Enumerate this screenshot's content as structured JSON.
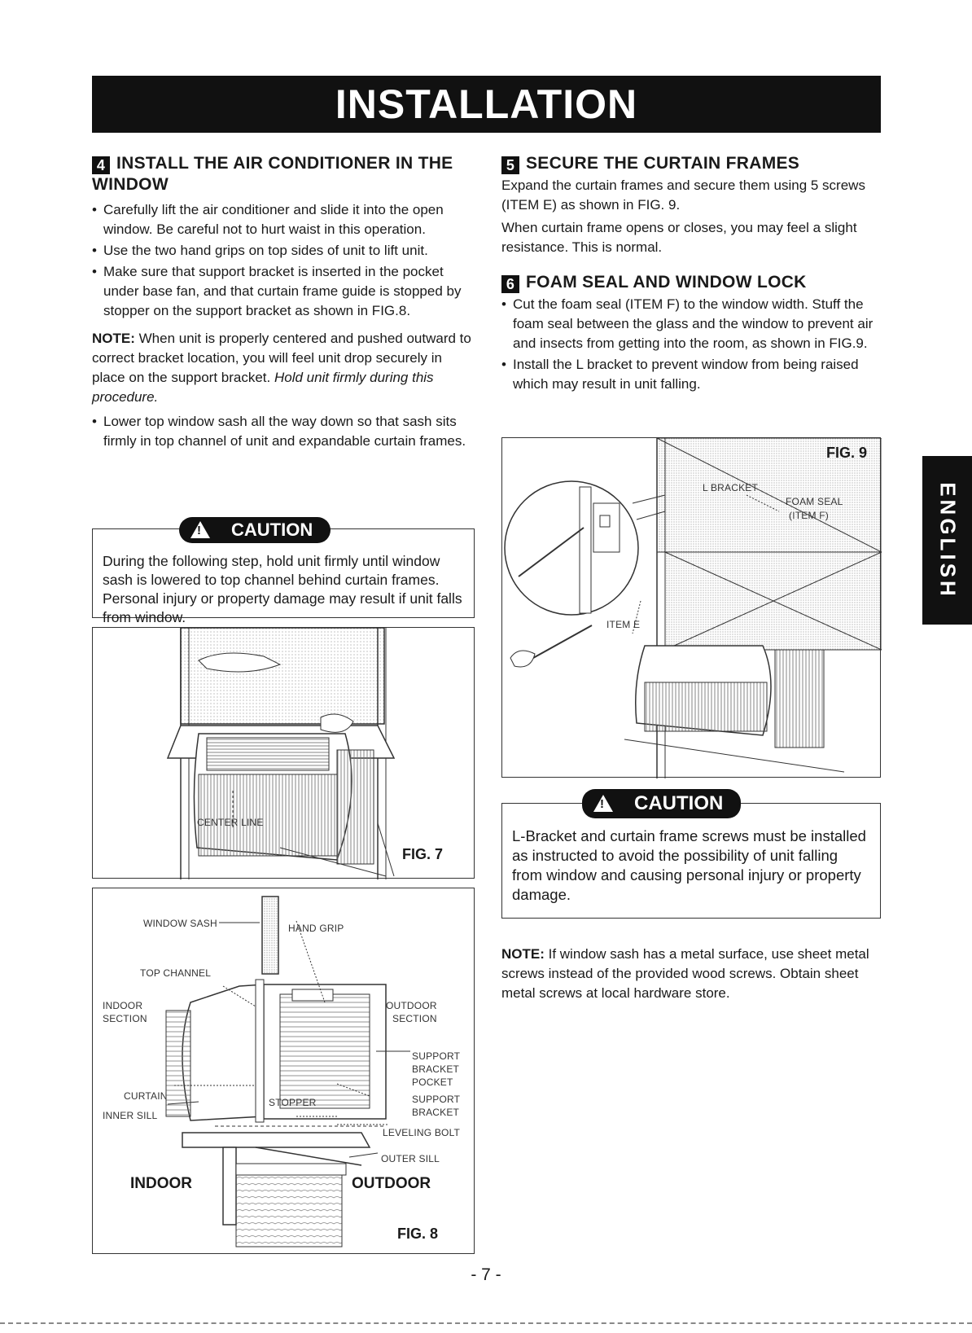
{
  "banner": {
    "title": "INSTALLATION"
  },
  "section4": {
    "number": "4",
    "title": "INSTALL THE AIR CONDITIONER IN THE WINDOW",
    "bullets1": [
      "Carefully lift the air conditioner and slide it into the open window. Be careful not to hurt waist in this operation.",
      "Use the two hand grips on top sides of unit to lift unit.",
      "Make sure that support bracket is inserted in the pocket under base fan, and that curtain frame guide is stopped by stopper on the support bracket as shown in FIG.8."
    ],
    "note_label": "NOTE:",
    "note_text": " When unit is properly centered and pushed outward to correct bracket location, you will feel unit drop securely in place on the support bracket. ",
    "note_italic": "Hold unit firmly during this procedure.",
    "bullets2": [
      "Lower top window sash all the way down so that sash sits firmly in top channel of unit and expandable curtain frames."
    ]
  },
  "caution1": {
    "label": "CAUTION",
    "text": "During the following step, hold unit firmly until window sash is lowered to top channel behind curtain frames. Personal injury or property damage may result if unit falls from window."
  },
  "fig7": {
    "label": "FIG. 7",
    "center_line": "CENTER LINE"
  },
  "fig8": {
    "label": "FIG. 8",
    "window_sash": "WINDOW SASH",
    "hand_grip": "HAND GRIP",
    "top_channel": "TOP CHANNEL",
    "indoor_section_1": "INDOOR",
    "indoor_section_2": "SECTION",
    "outdoor_section_1": "OUTDOOR",
    "outdoor_section_2": "SECTION",
    "support_bracket_pocket_1": "SUPPORT",
    "support_bracket_pocket_2": "BRACKET",
    "support_bracket_pocket_3": "POCKET",
    "curtain": "CURTAIN",
    "stopper": "STOPPER",
    "support_bracket_1": "SUPPORT",
    "support_bracket_2": "BRACKET",
    "inner_sill": "INNER SILL",
    "leveling_bolt": "LEVELING BOLT",
    "outer_sill": "OUTER SILL",
    "indoor": "INDOOR",
    "outdoor": "OUTDOOR"
  },
  "section5": {
    "number": "5",
    "title": "SECURE THE CURTAIN FRAMES",
    "p1": "Expand the curtain frames and secure them using 5 screws (ITEM E) as shown in FIG. 9.",
    "p2": "When curtain frame opens or closes, you may feel a slight resistance. This is normal."
  },
  "section6": {
    "number": "6",
    "title": "FOAM SEAL AND WINDOW LOCK",
    "bullets": [
      "Cut the foam seal (ITEM F) to the window width. Stuff the foam seal between the glass and the window to prevent air and insects from getting into the room, as shown in FIG.9.",
      "Install the L bracket to prevent window from being raised which may result in unit falling."
    ]
  },
  "fig9": {
    "label": "FIG. 9",
    "l_bracket": "L BRACKET",
    "foam_seal": "FOAM SEAL",
    "item_f": "(ITEM F)",
    "item_e": "ITEM E"
  },
  "caution2": {
    "label": "CAUTION",
    "text": "L-Bracket and curtain frame screws must be installed as instructed to avoid the possibility of unit falling from window and causing personal injury or property damage."
  },
  "note2": {
    "label": "NOTE:",
    "text": " If window sash has a metal surface, use sheet metal screws instead of the provided wood screws. Obtain sheet metal screws at local hardware store."
  },
  "side_tab": "ENGLISH",
  "page_number": "- 7 -"
}
